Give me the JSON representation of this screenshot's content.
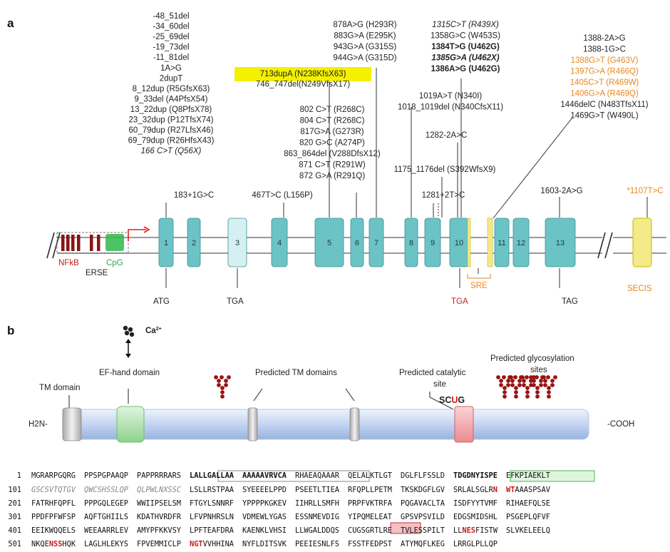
{
  "panel_a": {
    "label": "a",
    "mutation_columns": [
      {
        "key": "col_utr",
        "lines": [
          {
            "text": "-48_51del"
          },
          {
            "text": "-34_60del"
          },
          {
            "text": "-25_69del"
          },
          {
            "text": "-19_73del"
          },
          {
            "text": "-11_81del"
          },
          {
            "text": "1A>G"
          },
          {
            "text": "2dupT"
          },
          {
            "text": "8_12dup (R5GfsX63)"
          },
          {
            "text": "9_33del (A4PfsX54)"
          },
          {
            "text": "13_22dup (Q8PfsX78)"
          },
          {
            "text": "23_32dup (P12TfsX74)"
          },
          {
            "text": "60_79dup (R27LfsX46)"
          },
          {
            "text": "69_79dup (R26HfsX43)"
          },
          {
            "text": "166 C>T (Q56X)",
            "style": "i"
          }
        ]
      },
      {
        "key": "col_e5",
        "lines": [
          {
            "text": "713dupA (N238KfsX63)",
            "highlight": true
          },
          {
            "text": "746_747del(N249VfsX17)"
          }
        ]
      },
      {
        "key": "col_e6e7",
        "lines": [
          {
            "text": "802 C>T (R268C)"
          },
          {
            "text": "804 C>T (R268C)"
          },
          {
            "text": "817G>A (G273R)"
          },
          {
            "text": "820 G>C (A274P)"
          },
          {
            "text": "863_864del (V288DfsX12)"
          },
          {
            "text": "871 C>T (R291W)"
          },
          {
            "text": "872 G>A (R291Q)"
          }
        ]
      },
      {
        "key": "col_e7top",
        "lines": [
          {
            "text": "878A>G (H293R)"
          },
          {
            "text": "883G>A (E295K)"
          },
          {
            "text": "943G>A (G315S)"
          },
          {
            "text": "944G>A (G315D)"
          }
        ]
      },
      {
        "key": "col_e10",
        "lines": [
          {
            "text": "1315C>T (R439X)",
            "style": "i"
          },
          {
            "text": "1358G>C (W453S)"
          },
          {
            "text": "1384T>G (U462G)",
            "style": "b"
          },
          {
            "text": "1385G>A (U462X)",
            "style": "bi"
          },
          {
            "text": "1386A>G (U462G)",
            "style": "b"
          }
        ]
      },
      {
        "key": "col_e8",
        "lines": [
          {
            "text": "1019A>T  (N340I)"
          },
          {
            "text": "1018_1019del (N340CfsX11)"
          }
        ]
      },
      {
        "key": "col_e11",
        "lines": [
          {
            "text": "1388-2A>G"
          },
          {
            "text": "1388-1G>C"
          },
          {
            "text": "1388G>T (G463V)",
            "style": "orange"
          },
          {
            "text": "1397G>A (R466Q)",
            "style": "orange"
          },
          {
            "text": "1405C>T (R469W)",
            "style": "orange"
          },
          {
            "text": "1406G>A (R469Q)",
            "style": "orange"
          },
          {
            "text": "1446delC (N483TfsX11)"
          },
          {
            "text": "1469G>T (W490L)"
          }
        ]
      }
    ],
    "single_labels": {
      "ivs1": "183+1G>C",
      "e4": "467T>C (L156P)",
      "ivs9a": "1282-2A>C",
      "e9": "1175_1176del (S392WfsX9)",
      "ivs9b": "1281+2T>C",
      "ivs12": "1603-2A>G",
      "secis_mut": "*1107T>C"
    },
    "exons": [
      "1",
      "2",
      "3",
      "4",
      "5",
      "6",
      "7",
      "8",
      "9",
      "10",
      "11",
      "12",
      "13"
    ],
    "promoter": {
      "nfkb": "NFkB",
      "erse": "ERSE",
      "cpg": "CpG"
    },
    "codons": {
      "atg": "ATG",
      "tga1": "TGA",
      "tga2": "TGA",
      "tag": "TAG"
    },
    "elements": {
      "sre": "SRE",
      "secis": "SECIS"
    },
    "colors": {
      "exon": "#6cc3c6",
      "exon3": "#d6f0f1",
      "nfkb": "#8b1414",
      "cpg": "#2fb84a",
      "orange": "#e8871e",
      "red": "#cc1a1a",
      "highlight": "#f4f000",
      "yellow": "#f3ea8a"
    }
  },
  "panel_b": {
    "label": "b",
    "ca": "Ca",
    "ca_sup": "2+",
    "labels": {
      "ef_hand": "EF-hand domain",
      "tm_domain": "TM domain",
      "predicted_tm": "Predicted TM domains",
      "catalytic": "Predicted catalytic",
      "catalytic_2": "site",
      "glyco": "Predicted glycosylation",
      "glyco_2": "sites",
      "h2n": "H2N-",
      "cooh": "-COOH",
      "scug_s": "S",
      "scug_c": "C",
      "scug_u": "U",
      "scug_g": "G"
    },
    "sequence": [
      {
        "num": "1",
        "blocks": [
          "MGRARPGQRG",
          "PPSPGPAAQP",
          "PAPPRRRARS",
          "LALLGALLAA",
          "AAAAAVRVCA",
          "RHAEAQAAAR",
          "QELALKTLGT",
          "DGLFLFSSLD",
          "TDGDNYISPE",
          "EFKPIAEKLT"
        ]
      },
      {
        "num": "101",
        "blocks": [
          "GSCSVTQTGV",
          "QWCSHSSLQP",
          "QLPWLNXSSC",
          "LSLLRSTPAA",
          "SYEEEELPPD",
          "PSEETLTIEA",
          "RFQPLLPETM",
          "TKSKDGFLGV",
          "SRLALSGLRN",
          "WTAAASPSAV"
        ]
      },
      {
        "num": "201",
        "blocks": [
          "FATRHFQPFL",
          "PPPGQLEGEP",
          "WWIIPSELSM",
          "FTGYLSNNRF",
          "YPPPPKGKEV",
          "IIHRLLSMFH",
          "PRPFVKTRFA",
          "PQGAVACLTA",
          "ISDFYYTVMF",
          "RIHAEFQLSE"
        ]
      },
      {
        "num": "301",
        "blocks": [
          "PPDFPFWFSP",
          "AQFTGHIILS",
          "KDATHVRDFR",
          "LFVPNHRSLN",
          "VDMEWLYGAS",
          "ESSNMEVDIG",
          "YIPQMELEAT",
          "GPSVPSVILD",
          "EDGSMIDSHL",
          "PSGEPLQFVF"
        ]
      },
      {
        "num": "401",
        "blocks": [
          "EEIKWQQELS",
          "WEEAARRLEV",
          "AMYPFKKVSY",
          "LPFTEAFDRA",
          "KAENKLVHSI",
          "LLWGALDDQS",
          "CUGSGRTLRE",
          "TVLESSPILT",
          "LLNESFISTW",
          "SLVKELEELQ"
        ]
      },
      {
        "num": "501",
        "blocks": [
          "NKQENSSHQK",
          "LAGLHLEKYS",
          "FPVEMMICLP",
          "NGTVVHHINA",
          "NYFLDITSVK",
          "PEEIESNLFS",
          "FSSTFEDPST",
          "ATYMQFLKEG",
          "LRRGLPLLQP"
        ]
      }
    ]
  }
}
